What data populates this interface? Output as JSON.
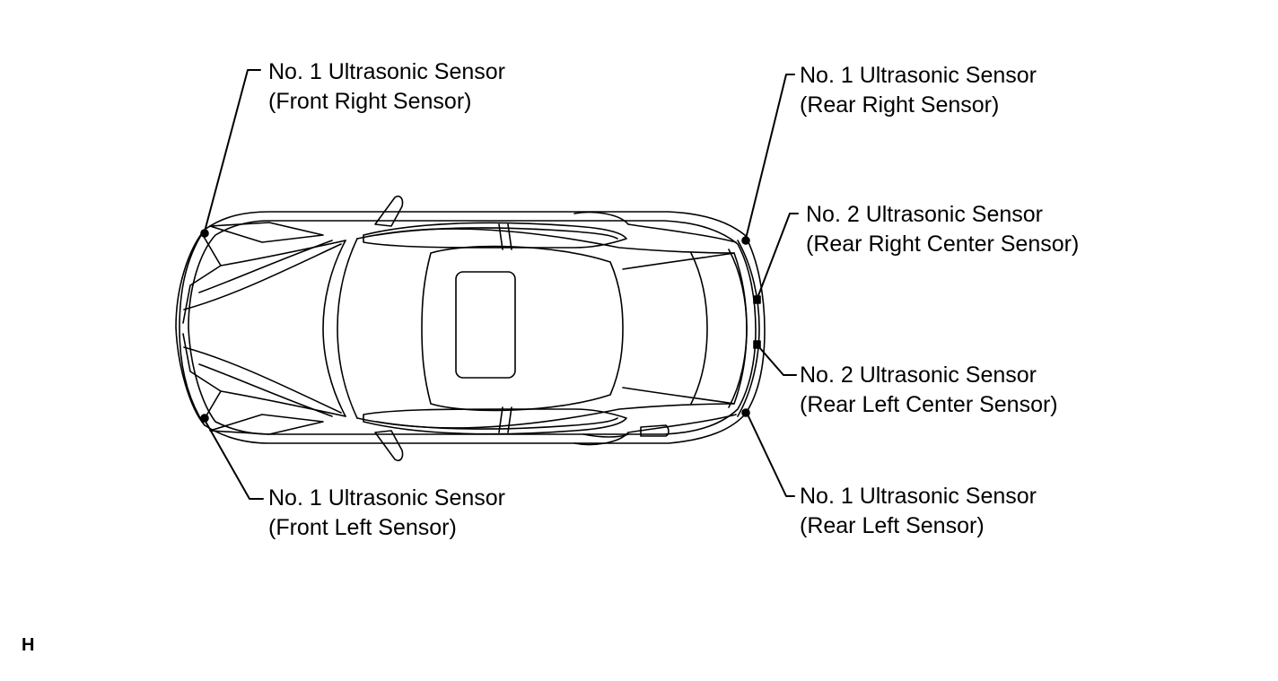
{
  "labels": {
    "front_right": {
      "line1": "No. 1 Ultrasonic Sensor",
      "line2": "(Front Right Sensor)"
    },
    "front_left": {
      "line1": "No. 1 Ultrasonic Sensor",
      "line2": "(Front Left Sensor)"
    },
    "rear_right": {
      "line1": "No. 1 Ultrasonic Sensor",
      "line2": "(Rear Right Sensor)"
    },
    "rear_right_center": {
      "line1": "No. 2 Ultrasonic Sensor",
      "line2": "(Rear Right Center Sensor)"
    },
    "rear_left_center": {
      "line1": "No. 2 Ultrasonic Sensor",
      "line2": "(Rear Left Center Sensor)"
    },
    "rear_left": {
      "line1": "No. 1 Ultrasonic Sensor",
      "line2": "(Rear Left Sensor)"
    }
  },
  "figure_id": "H",
  "colors": {
    "line": "#000000",
    "background": "#ffffff"
  }
}
